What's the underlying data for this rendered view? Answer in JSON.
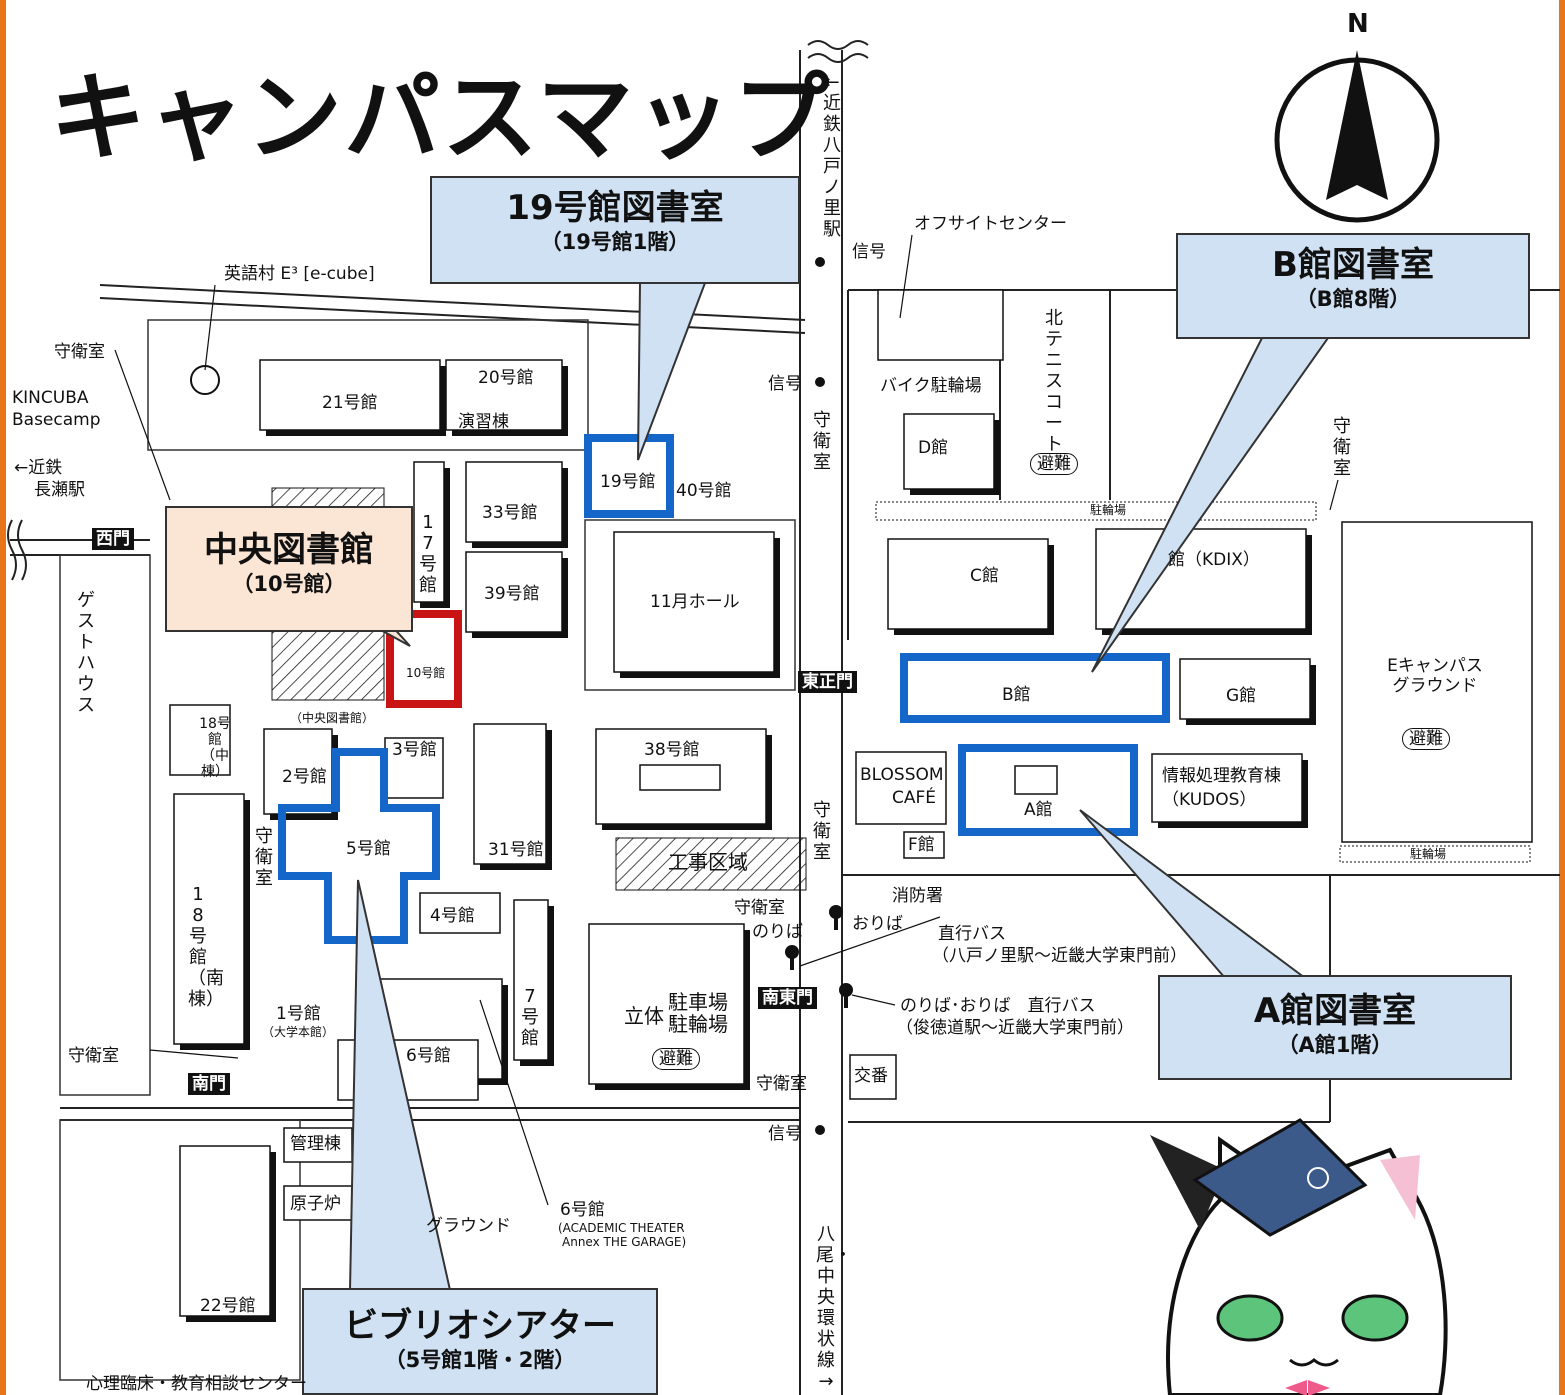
{
  "title": "キャンパスマップ",
  "compass": {
    "north": "N"
  },
  "callouts": {
    "lib19": {
      "name": "19号館図書室",
      "floor": "（19号館1階）"
    },
    "libB": {
      "name": "B館図書室",
      "floor": "（B館8階）"
    },
    "central": {
      "name": "中央図書館",
      "floor": "（10号館）"
    },
    "libA": {
      "name": "A館図書室",
      "floor": "（A館1階）"
    },
    "biblio": {
      "name": "ビブリオシアター",
      "floor": "（5号館1階・2階）"
    }
  },
  "gates": {
    "west": "西門",
    "east_main": "東正門",
    "south_east": "南東門",
    "south": "南門"
  },
  "buildings": {
    "b21": "21号館",
    "b20": "20号館",
    "enshu": "演習棟",
    "b33": "33号館",
    "b17": "17号館",
    "b39": "39号館",
    "b10": "10号館",
    "central_note": "（中央図書館）",
    "b19": "19号館",
    "b40": "40号館",
    "hall11": "11月ホール",
    "b38": "38号館",
    "b31": "31号館",
    "b3": "3号館",
    "b2": "2号館",
    "b5": "5号館",
    "b4": "4号館",
    "b1": "1号館",
    "b1sub": "（大学本館）",
    "b6": "6号館",
    "b7": "7号館",
    "b18n": "18号館（中棟）",
    "b18s": "18号館（南棟）",
    "b22": "22号館",
    "kanri": "管理棟",
    "genshiro": "原子炉",
    "d": "D館",
    "c": "C館",
    "kdix": "館（KDIX）",
    "b": "B館",
    "g": "G館",
    "a": "A館",
    "f": "F館",
    "kudos": "情報処理教育棟",
    "kudos2": "（KUDOS）",
    "blossom": "BLOSSOM",
    "cafe": "CAFÉ",
    "b6b": "6号館",
    "b6sub": "(ACADEMIC THEATER",
    "b6sub2": "Annex THE GARAGE)"
  },
  "labels": {
    "ecube": "英語村 E³ [e-cube]",
    "shueishitsu": "守衛室",
    "kincuba1": "KINCUBA",
    "kincuba2": "Basecamp",
    "nagase1": "←近鉄",
    "nagase2": "長瀬駅",
    "guesthouse": "ゲストハウス",
    "station": "←近鉄八戸ノ里駅",
    "shingo": "信号",
    "offsite": "オフサイトセンター",
    "bike": "バイク駐輪場",
    "tennis": "北テニスコート",
    "hinan": "避難",
    "churin": "駐輪場",
    "e_ground": "Eキャンパスグラウンド",
    "construction": "工事区域",
    "shobo": "消防署",
    "oriba": "おりば",
    "noriba": "のりば",
    "bus1": "直行バス",
    "bus1sub": "（八戸ノ里駅〜近畿大学東門前）",
    "bus2": "のりば･おりば　直行バス",
    "bus2sub": "（俊徳道駅〜近畿大学東門前）",
    "parking1": "立体",
    "parking2": "駐車場",
    "parking3": "駐輪場",
    "koban": "交番",
    "ground": "グラウンド",
    "shinri": "心理臨床・教育相談センター",
    "yao": "八尾・中央環状線→"
  }
}
